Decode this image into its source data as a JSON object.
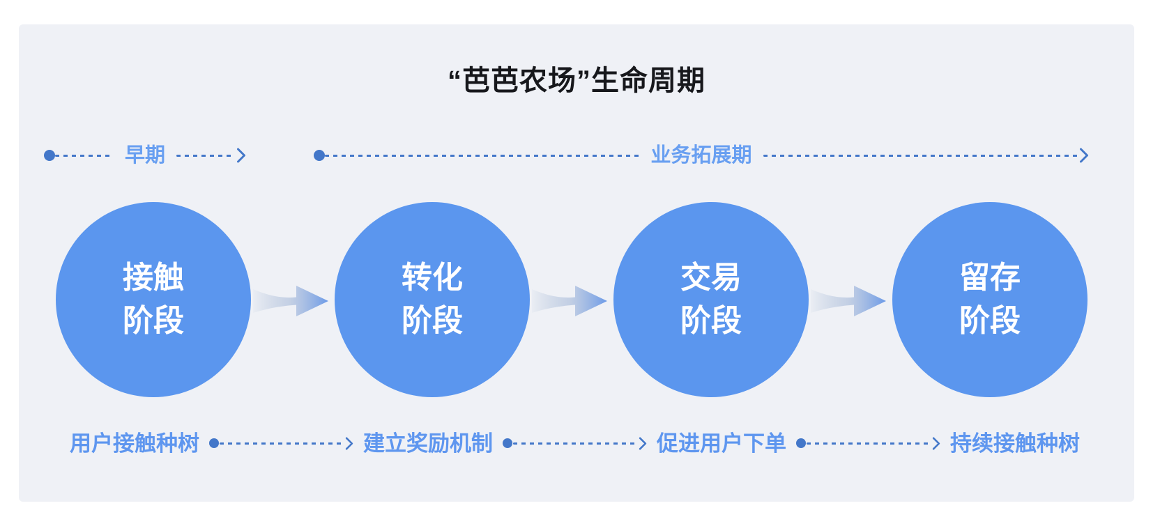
{
  "title": "“芭芭农场”生命周期",
  "phases": {
    "early": "早期",
    "expansion": "业务拓展期"
  },
  "stages": [
    {
      "line1": "接触",
      "line2": "阶段"
    },
    {
      "line1": "转化",
      "line2": "阶段"
    },
    {
      "line1": "交易",
      "line2": "阶段"
    },
    {
      "line1": "留存",
      "line2": "阶段"
    }
  ],
  "actions": [
    "用户接触种树",
    "建立奖励机制",
    "促进用户下单",
    "持续接触种树"
  ],
  "colors": {
    "panel_bg": "#EFF1F6",
    "circle_blue": "#5B96EE",
    "line_blue": "#4377C9",
    "label_blue_light": "#689FF1",
    "label_blue_bottom": "#5E96EF",
    "title_dark": "#17181C"
  }
}
